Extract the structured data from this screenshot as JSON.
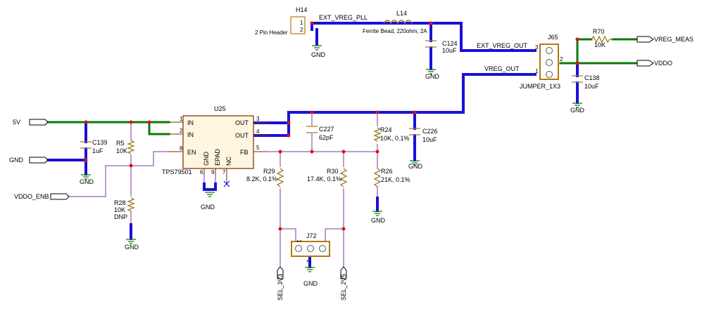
{
  "header_h14": {
    "ref": "H14",
    "desc": "2 Pin Header",
    "pin1": "1",
    "pin2": "2"
  },
  "inductor_l14": {
    "ref": "L14",
    "value": "Ferrite Bead, 220ohm, 2A"
  },
  "cap_c124": {
    "ref": "C124",
    "value": "10uF"
  },
  "jumper_j65": {
    "ref": "J65",
    "desc": "JUMPER_1X3",
    "pin1": "1",
    "pin2": "2",
    "pin3": "3"
  },
  "res_r70": {
    "ref": "R70",
    "value": "10K"
  },
  "cap_c138": {
    "ref": "C138",
    "value": "10uF"
  },
  "ic_u25": {
    "ref": "U25",
    "part": "TPS79501",
    "pins": {
      "in1": "IN",
      "in2": "IN",
      "en": "EN",
      "gnd": "GND",
      "epad": "EPAD",
      "nc": "NC",
      "out1": "OUT",
      "out2": "OUT",
      "fb": "FB"
    },
    "pin_nums": {
      "p1": "1",
      "p2": "2",
      "p8": "8",
      "p6": "6",
      "p9": "9",
      "p7": "7",
      "p3": "3",
      "p4": "4",
      "p5": "5"
    }
  },
  "cap_c139": {
    "ref": "C139",
    "value": "1uF"
  },
  "res_r5": {
    "ref": "R5",
    "value": "10K"
  },
  "res_r28": {
    "ref": "R28",
    "value": "10K",
    "note": "DNP"
  },
  "cap_c227": {
    "ref": "C227",
    "value": "62pF"
  },
  "res_r24": {
    "ref": "R24",
    "value": "10K, 0.1%"
  },
  "cap_c226": {
    "ref": "C226",
    "value": "10uF"
  },
  "res_r29": {
    "ref": "R29",
    "value": "8.2K, 0.1%"
  },
  "res_r30": {
    "ref": "R30",
    "value": "17.4K, 0.1%"
  },
  "res_r26": {
    "ref": "R26",
    "value": "21K, 0.1%"
  },
  "jumper_j72": {
    "ref": "J72",
    "pin1": "1",
    "pin2": "2"
  },
  "nets": {
    "ext_vreg_pll": "EXT_VREG_PLL",
    "ext_vreg_out": "EXT_VREG_OUT",
    "vreg_out": "VREG_OUT",
    "vreg_meas": "VREG_MEAS",
    "vddo": "VDDO",
    "v5": "5V",
    "gnd": "GND",
    "vddo_enb": "VDDO_ENB",
    "sel_3v3": "SEL_3V3",
    "sel_2v5": "SEL_2V5"
  },
  "colors": {
    "power_wire": "#1a10d8",
    "input_wire": "#0a7a0a",
    "signal_wire": "#7a3aa0",
    "component": "#a07a2a",
    "junction": "#e01010"
  }
}
